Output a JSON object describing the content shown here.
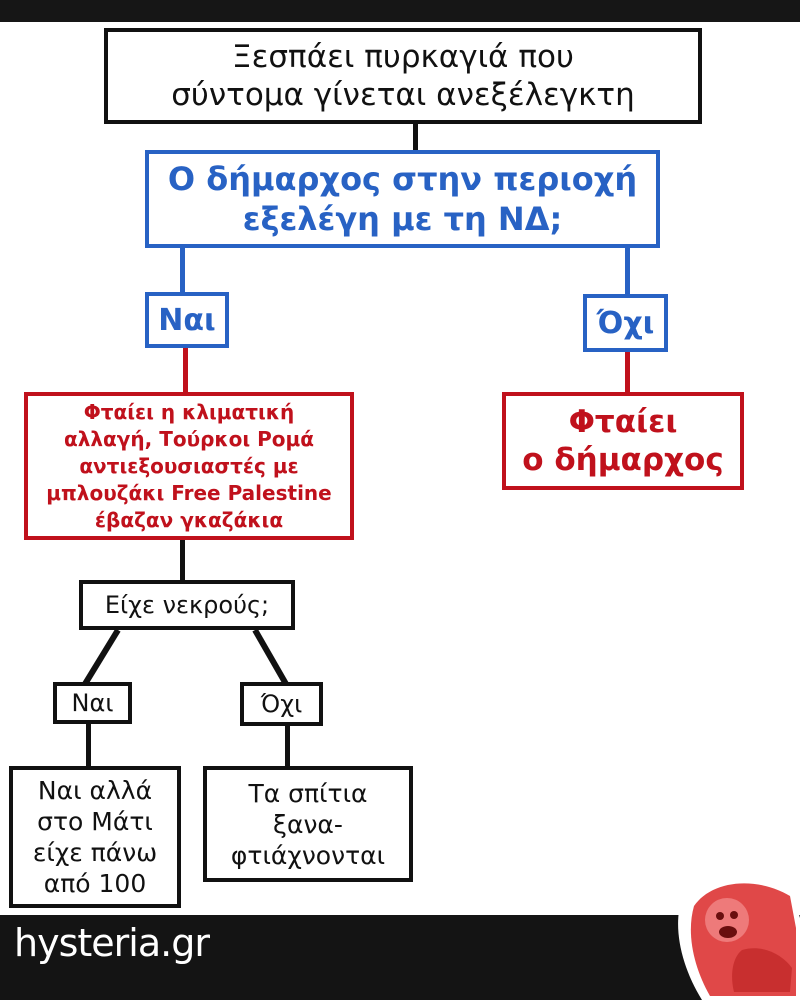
{
  "flowchart": {
    "root": "Ξεσπάει πυρκαγιά που\nσύντομα γίνεται ανεξέλεγκτη",
    "question1": "Ο δήμαρχος στην περιοχή\nεξελέγη με τη ΝΔ;",
    "yes1": "Ναι",
    "no1": "Όχι",
    "yes1_result": "Φταίει η κλιματική\nαλλαγή, Τούρκοι Ρομά\nαντιεξουσιαστές με\nμπλουζάκι Free Palestine\nέβαζαν γκαζάκια",
    "no1_result": "Φταίει\nο δήμαρχος",
    "question2": "Είχε νεκρούς;",
    "yes2": "Ναι",
    "no2": "Όχι",
    "yes2_result": "Ναι αλλά\nστο Μάτι\nείχε πάνω\nαπό 100",
    "no2_result": "Τα σπίτια\nξανα-\nφτιάχνονται"
  },
  "logo": "hysteria.gr",
  "colors": {
    "blue": "#2862c4",
    "red": "#c0111c",
    "black": "#111111"
  }
}
